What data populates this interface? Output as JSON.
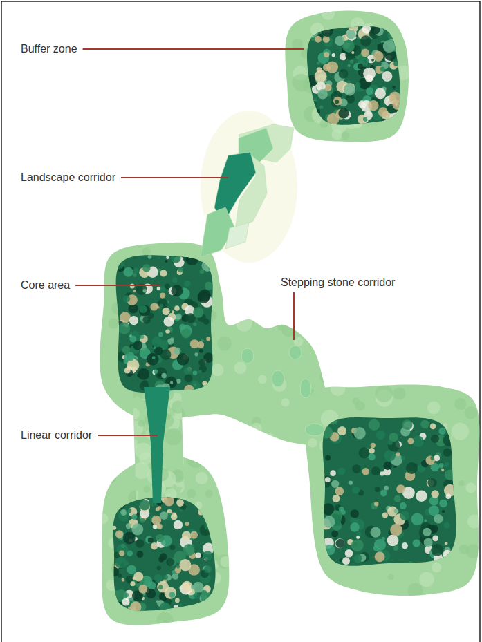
{
  "diagram": {
    "labels": [
      "Buffer zone",
      "Landscape corridor",
      "Core area",
      "Stepping stone corridor",
      "Linear corridor"
    ]
  }
}
